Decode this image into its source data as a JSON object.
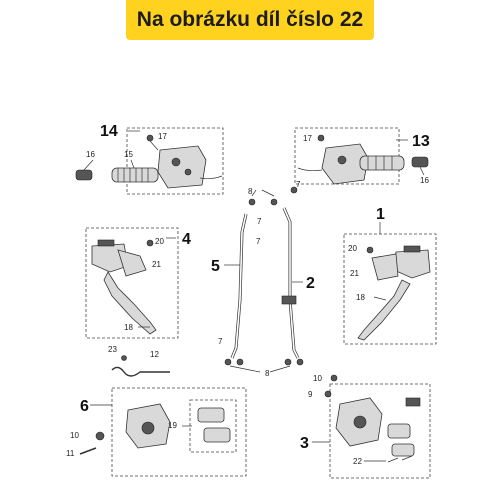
{
  "header": {
    "title": "Na obrázku díl číslo 22"
  },
  "callouts": {
    "c1": "1",
    "c2": "2",
    "c3": "3",
    "c4": "4",
    "c5": "5",
    "c6": "6",
    "c7a": "7",
    "c7b": "7",
    "c7c": "7",
    "c7d": "7",
    "c8a": "8",
    "c8b": "8",
    "c9": "9",
    "c10a": "10",
    "c10b": "10",
    "c11": "11",
    "c12": "12",
    "c13": "13",
    "c14": "14",
    "c15": "15",
    "c16a": "16",
    "c16b": "16",
    "c17a": "17",
    "c17b": "17",
    "c18a": "18",
    "c18b": "18",
    "c19": "19",
    "c20a": "20",
    "c20b": "20",
    "c21a": "21",
    "c21b": "21",
    "c22": "22",
    "c23": "23"
  }
}
